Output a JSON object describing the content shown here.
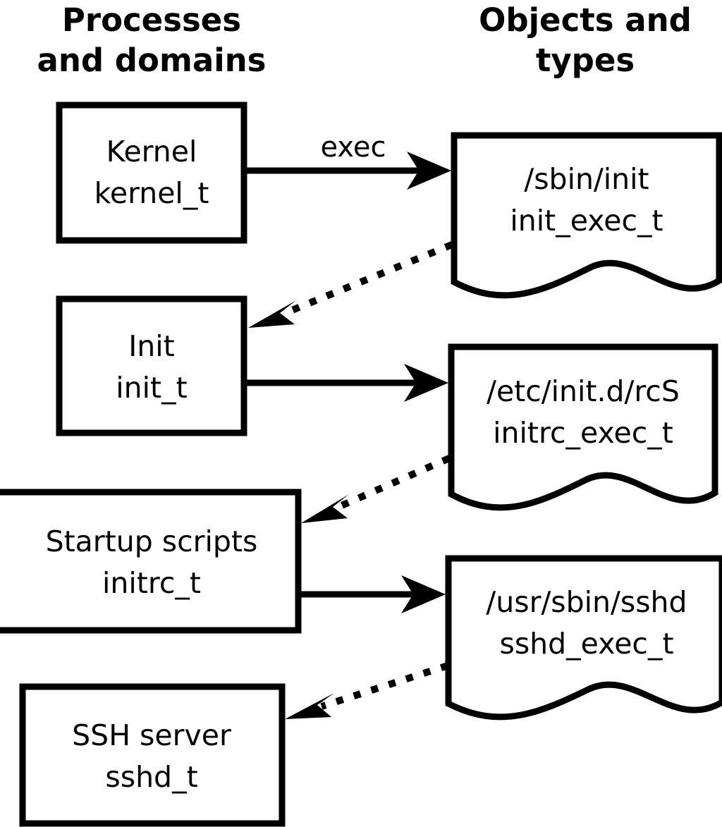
{
  "diagram": {
    "title_left": {
      "line1": "Processes",
      "line2": "and domains"
    },
    "title_right": {
      "line1": "Objects and",
      "line2": "types"
    },
    "process_nodes": [
      {
        "id": "kernel",
        "line1": "Kernel",
        "line2": "kernel_t"
      },
      {
        "id": "init",
        "line1": "Init",
        "line2": "init_t"
      },
      {
        "id": "initrc",
        "line1": "Startup scripts",
        "line2": "initrc_t"
      },
      {
        "id": "sshd",
        "line1": "SSH server",
        "line2": "sshd_t"
      }
    ],
    "object_nodes": [
      {
        "id": "init_exec",
        "line1": "/sbin/init",
        "line2": "init_exec_t"
      },
      {
        "id": "initrc_exec",
        "line1": "/etc/init.d/rcS",
        "line2": "initrc_exec_t"
      },
      {
        "id": "sshd_exec",
        "line1": "/usr/sbin/sshd",
        "line2": "sshd_exec_t"
      }
    ],
    "edges": [
      {
        "id": "kernel-to-init_exec",
        "label": "exec",
        "style": "solid",
        "from": "kernel",
        "to": "init_exec"
      },
      {
        "id": "init_exec-to-init",
        "label": "",
        "style": "dotted",
        "from": "init_exec",
        "to": "init"
      },
      {
        "id": "init-to-initrc_exec",
        "label": "",
        "style": "solid",
        "from": "init",
        "to": "initrc_exec"
      },
      {
        "id": "initrc_exec-to-initrc",
        "label": "",
        "style": "dotted",
        "from": "initrc_exec",
        "to": "initrc"
      },
      {
        "id": "initrc-to-sshd_exec",
        "label": "",
        "style": "solid",
        "from": "initrc",
        "to": "sshd_exec"
      },
      {
        "id": "sshd_exec-to-sshd",
        "label": "",
        "style": "dotted",
        "from": "sshd_exec",
        "to": "sshd"
      }
    ],
    "colors": {
      "stroke": "#000000",
      "fill": "#ffffff",
      "text": "#000000"
    }
  }
}
